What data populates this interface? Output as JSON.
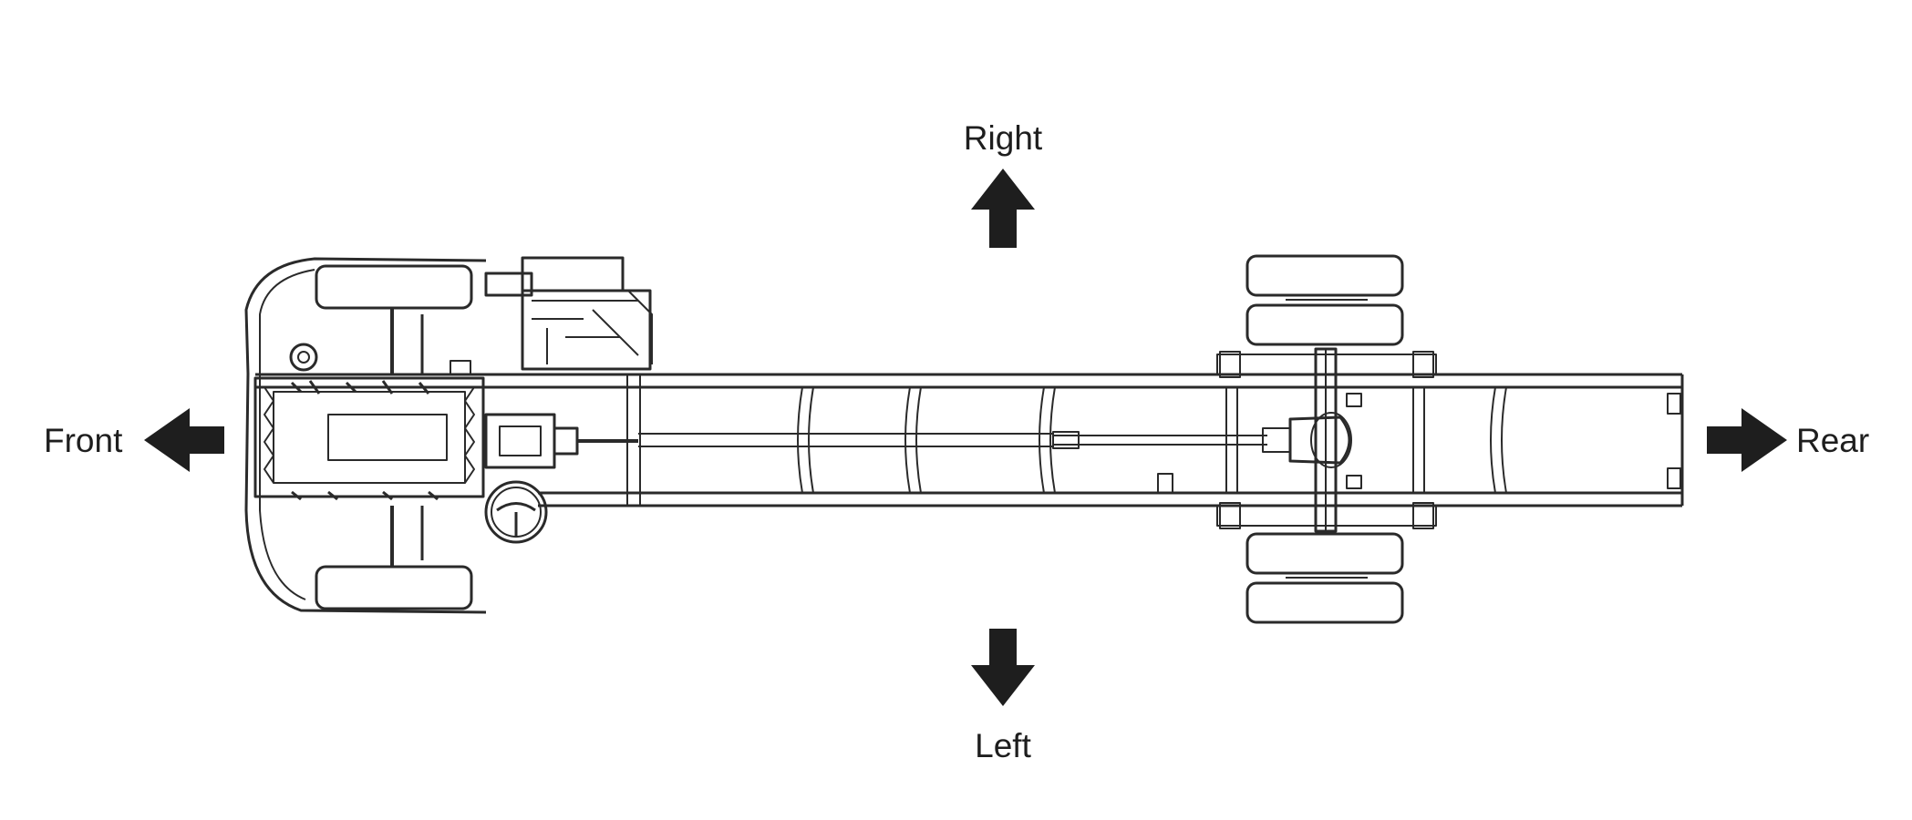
{
  "labels": {
    "front": "Front",
    "rear": "Rear",
    "right": "Right",
    "left": "Left"
  },
  "colors": {
    "ink": "#1e1e1e",
    "line": "#2a2a2a",
    "background": "#ffffff"
  },
  "icons": {
    "front": "arrow-left-icon",
    "rear": "arrow-right-icon",
    "right": "arrow-up-icon",
    "left": "arrow-down-icon"
  }
}
